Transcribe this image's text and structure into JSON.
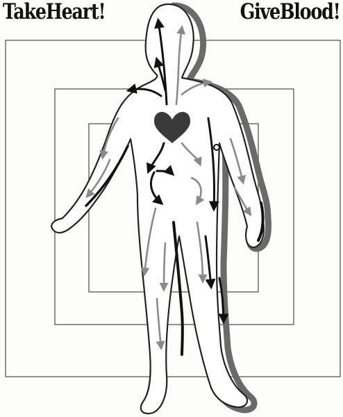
{
  "headline_left": "TakeHeart!",
  "headline_right": "GiveBlood!",
  "colors": {
    "ink": "#111111",
    "shadow": "#6a6a6a",
    "arrow_gray": "#8a8a8a",
    "heart": "#3a3a3a",
    "frame": "#555555"
  },
  "icons": [
    "heart-icon",
    "person-silhouette",
    "artery-arrow"
  ]
}
